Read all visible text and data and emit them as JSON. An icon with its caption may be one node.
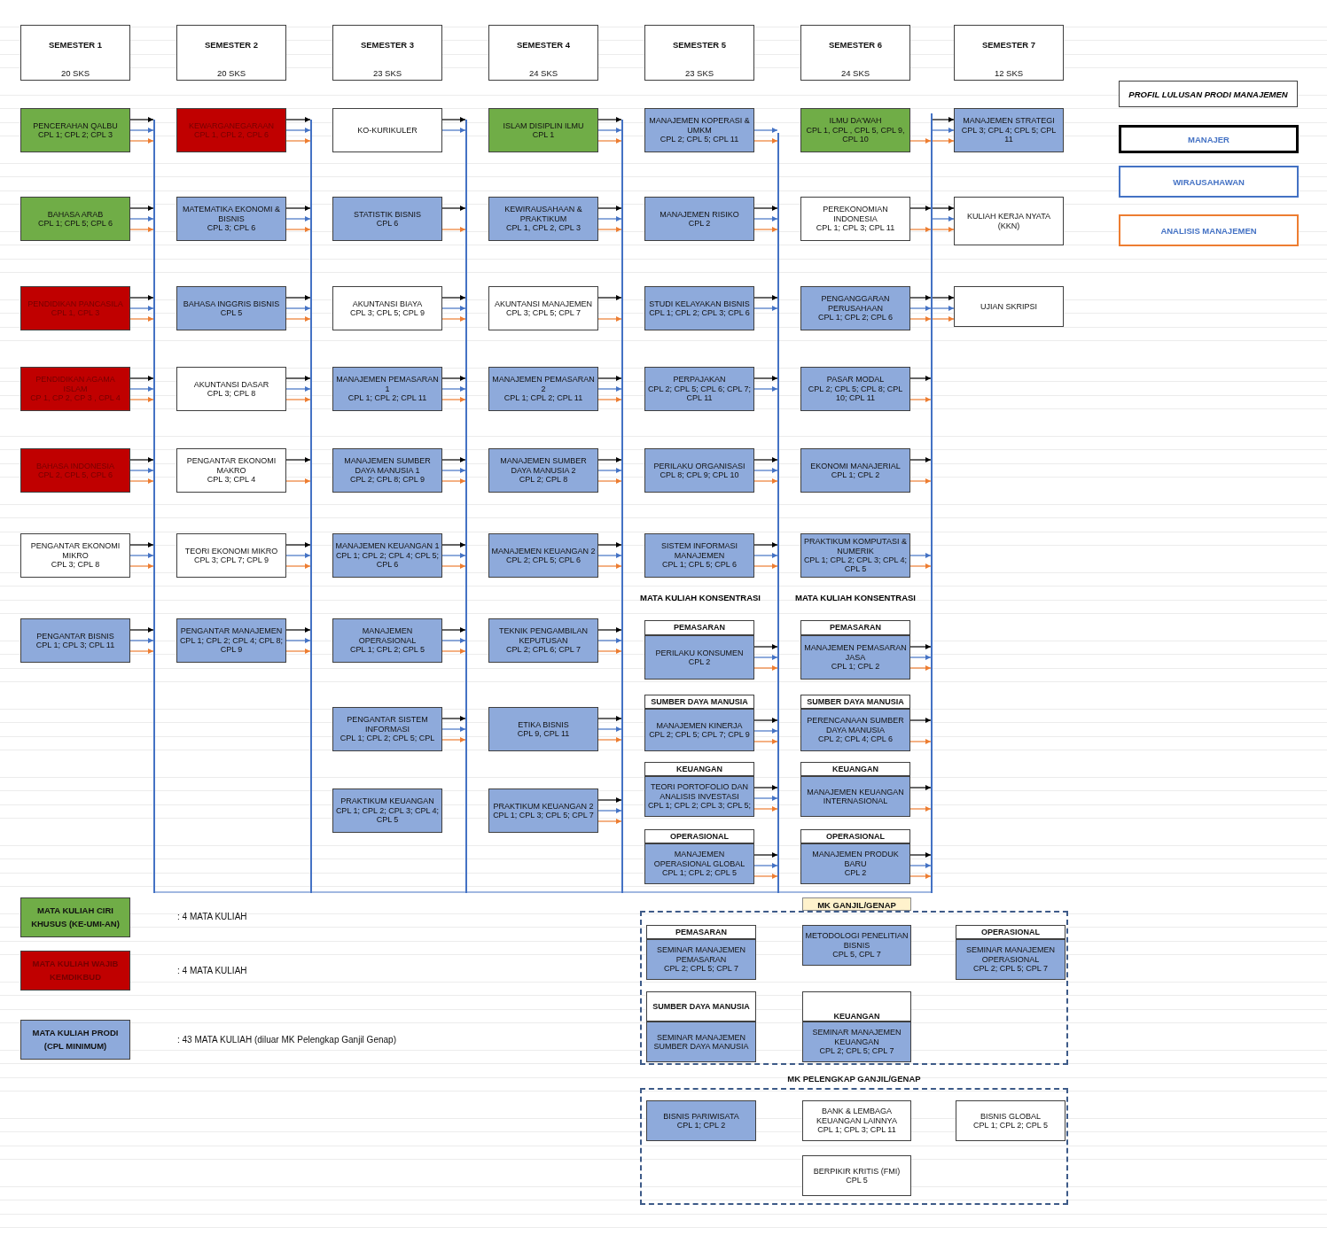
{
  "diagram": {
    "nodes": [
      {
        "text": [
          "SEMESTER 1",
          "20 SKS"
        ]
      },
      {
        "text": [
          "SEMESTER 2",
          "20 SKS"
        ]
      },
      {
        "text": [
          "SEMESTER 3",
          "23 SKS"
        ]
      },
      {
        "text": [
          "SEMESTER 4",
          "24 SKS"
        ]
      },
      {
        "text": [
          "SEMESTER 5",
          "23 SKS"
        ]
      },
      {
        "text": [
          "SEMESTER 6",
          "24 SKS"
        ]
      },
      {
        "text": [
          "SEMESTER 7",
          "12 SKS"
        ]
      },
      {
        "text": [
          "PENCERAHAN QALBU",
          "CPL 1; CPL 2; CPL 3"
        ]
      },
      {
        "text": [
          "BAHASA ARAB",
          "CPL 1; CPL 5; CPL 6"
        ]
      },
      {
        "text": [
          "PENDIDIKAN PANCASILA",
          "CPL 1, CPL 3"
        ]
      },
      {
        "text": [
          "PENDIDIKAN AGAMA ISLAM",
          "CP 1, CP 2, CP 3 , CPL 4"
        ]
      },
      {
        "text": [
          "BAHASA INDONESIA",
          "CPL 2, CPL 5, CPL 6"
        ]
      },
      {
        "text": [
          "PENGANTAR EKONOMI MIKRO",
          "CPL 3; CPL 8"
        ]
      },
      {
        "text": [
          "PENGANTAR BISNIS",
          "CPL 1; CPL 3; CPL 11"
        ]
      },
      {
        "text": [
          "KEWARGANEGARAAN",
          "CPL 1, CPL 2, CPL 6"
        ]
      },
      {
        "text": [
          "MATEMATIKA EKONOMI & BISNIS",
          "CPL 3; CPL 6"
        ]
      },
      {
        "text": [
          "BAHASA INGGRIS BISNIS",
          "CPL 5"
        ]
      },
      {
        "text": [
          "AKUNTANSI DASAR",
          "CPL 3; CPL 8"
        ]
      },
      {
        "text": [
          "PENGANTAR EKONOMI MAKRO",
          "CPL 3; CPL 4"
        ]
      },
      {
        "text": [
          "TEORI EKONOMI MIKRO",
          "CPL 3; CPL 7; CPL 9"
        ]
      },
      {
        "text": [
          "PENGANTAR MANAJEMEN",
          "CPL 1; CPL 2; CPL 4; CPL 8; CPL 9"
        ]
      },
      {
        "text": [
          "KO-KURIKULER"
        ]
      },
      {
        "text": [
          "STATISTIK BISNIS",
          "CPL 6"
        ]
      },
      {
        "text": [
          "AKUNTANSI BIAYA",
          "CPL 3; CPL 5; CPL 9"
        ]
      },
      {
        "text": [
          "MANAJEMEN PEMASARAN 1",
          "CPL 1; CPL 2; CPL 11"
        ]
      },
      {
        "text": [
          "MANAJEMEN SUMBER DAYA MANUSIA 1",
          "CPL 2; CPL 8; CPL 9"
        ]
      },
      {
        "text": [
          "MANAJEMEN KEUANGAN 1",
          "CPL 1; CPL 2; CPL 4; CPL 5; CPL 6"
        ]
      },
      {
        "text": [
          "MANAJEMEN OPERASIONAL",
          "CPL 1; CPL 2; CPL 5"
        ]
      },
      {
        "text": [
          "PENGANTAR SISTEM INFORMASI",
          "CPL 1; CPL 2; CPL 5; CPL"
        ]
      },
      {
        "text": [
          "PRAKTIKUM KEUANGAN",
          "CPL 1; CPL 2; CPL 3; CPL 4; CPL 5"
        ]
      },
      {
        "text": [
          "ISLAM DISIPLIN ILMU",
          "CPL 1"
        ]
      },
      {
        "text": [
          "KEWIRAUSAHAAN & PRAKTIKUM",
          "CPL 1, CPL 2, CPL 3"
        ]
      },
      {
        "text": [
          "AKUNTANSI MANAJEMEN",
          "CPL 3; CPL 5; CPL 7"
        ]
      },
      {
        "text": [
          "MANAJEMEN PEMASARAN 2",
          "CPL 1; CPL 2; CPL 11"
        ]
      },
      {
        "text": [
          "MANAJEMEN SUMBER DAYA MANUSIA 2",
          "CPL 2; CPL 8"
        ]
      },
      {
        "text": [
          "MANAJEMEN KEUANGAN 2",
          "CPL 2; CPL 5; CPL 6"
        ]
      },
      {
        "text": [
          "TEKNIK PENGAMBILAN KEPUTUSAN",
          "CPL 2; CPL 6; CPL 7"
        ]
      },
      {
        "text": [
          "ETIKA BISNIS",
          "CPL 9, CPL 11"
        ]
      },
      {
        "text": [
          "PRAKTIKUM KEUANGAN 2",
          "CPL 1; CPL 3; CPL 5; CPL 7"
        ]
      },
      {
        "text": [
          "MANAJEMEN KOPERASI & UMKM",
          "CPL 2; CPL 5; CPL 11"
        ]
      },
      {
        "text": [
          "MANAJEMEN RISIKO",
          "CPL 2"
        ]
      },
      {
        "text": [
          "STUDI KELAYAKAN BISNIS",
          "CPL 1; CPL 2; CPL 3; CPL 6"
        ]
      },
      {
        "text": [
          "PERPAJAKAN",
          "CPL 2; CPL 5; CPL 6; CPL 7; CPL 11"
        ]
      },
      {
        "text": [
          "PERILAKU ORGANISASI",
          "CPL 8; CPL 9; CPL 10"
        ]
      },
      {
        "text": [
          "SISTEM INFORMASI MANAJEMEN",
          "CPL 1; CPL 5; CPL 6"
        ]
      },
      {
        "text": [
          "PEMASARAN"
        ]
      },
      {
        "text": [
          "PERILAKU KONSUMEN",
          "CPL 2"
        ]
      },
      {
        "text": [
          "SUMBER DAYA MANUSIA"
        ]
      },
      {
        "text": [
          "MANAJEMEN KINERJA",
          "CPL 2; CPL 5; CPL 7; CPL 9"
        ]
      },
      {
        "text": [
          "KEUANGAN"
        ]
      },
      {
        "text": [
          "TEORI PORTOFOLIO DAN ANALISIS INVESTASI",
          "CPL 1; CPL 2; CPL 3; CPL 5;"
        ]
      },
      {
        "text": [
          "OPERASIONAL"
        ]
      },
      {
        "text": [
          "MANAJEMEN OPERASIONAL GLOBAL",
          "CPL 1; CPL 2; CPL 5"
        ]
      },
      {
        "text": [
          "ILMU DA'WAH",
          "CPL 1, CPL , CPL 5, CPL 9, CPL 10"
        ]
      },
      {
        "text": [
          "PEREKONOMIAN INDONESIA",
          "CPL 1; CPL 3; CPL 11"
        ]
      },
      {
        "text": [
          "PENGANGGARAN PERUSAHAAN",
          "CPL 1; CPL 2; CPL 6"
        ]
      },
      {
        "text": [
          "PASAR MODAL",
          "CPL 2; CPL 5; CPL 8; CPL 10; CPL 11"
        ]
      },
      {
        "text": [
          "EKONOMI MANAJERIAL",
          "CPL 1; CPL 2"
        ]
      },
      {
        "text": [
          "PRAKTIKUM KOMPUTASI & NUMERIK",
          "CPL 1; CPL 2; CPL 3; CPL 4; CPL 5"
        ]
      },
      {
        "text": [
          "PEMASARAN"
        ]
      },
      {
        "text": [
          "MANAJEMEN PEMASARAN JASA",
          "CPL 1; CPL 2"
        ]
      },
      {
        "text": [
          "SUMBER DAYA MANUSIA"
        ]
      },
      {
        "text": [
          "PERENCANAAN SUMBER DAYA MANUSIA",
          "CPL 2; CPL 4; CPL 6"
        ]
      },
      {
        "text": [
          "KEUANGAN"
        ]
      },
      {
        "text": [
          "MANAJEMEN KEUANGAN INTERNASIONAL"
        ]
      },
      {
        "text": [
          "OPERASIONAL"
        ]
      },
      {
        "text": [
          "MANAJEMEN PRODUK BARU",
          "CPL 2"
        ]
      },
      {
        "text": [
          "MANAJEMEN STRATEGI",
          "CPL 3; CPL 4; CPL 5; CPL 11"
        ]
      },
      {
        "text": [
          "KULIAH KERJA NYATA (KKN)"
        ]
      },
      {
        "text": [
          "UJIAN SKRIPSI"
        ]
      },
      {
        "text": [],
        "shape": "bar"
      },
      {
        "text": [],
        "shape": "bar"
      },
      {
        "text": [],
        "shape": "bar"
      },
      {
        "text": [],
        "shape": "bar"
      },
      {
        "text": [],
        "shape": "bar"
      },
      {
        "text": [],
        "shape": "bar"
      },
      {
        "text": [
          "MK GANJIL/GENAP"
        ]
      },
      {
        "text": [
          "PEMASARAN"
        ],
        "in": 76
      },
      {
        "text": [
          "SEMINAR MANAJEMEN PEMASARAN",
          "CPL 2; CPL 5; CPL 7"
        ],
        "in": 76
      },
      {
        "text": [
          "METODOLOGI PENELITIAN BISNIS",
          "CPL 5, CPL 7"
        ],
        "in": 76
      },
      {
        "text": [
          "OPERASIONAL"
        ],
        "in": 76
      },
      {
        "text": [
          "SEMINAR MANAJEMEN OPERASIONAL",
          "CPL 2; CPL 5; CPL 7"
        ],
        "in": 76
      },
      {
        "text": [
          "SUMBER DAYA MANUSIA"
        ],
        "in": 76
      },
      {
        "text": [
          "SEMINAR MANAJEMEN SUMBER DAYA MANUSIA"
        ],
        "in": 76
      },
      {
        "text": [
          "KEUANGAN"
        ],
        "in": 76
      },
      {
        "text": [
          "SEMINAR MANAJEMEN KEUANGAN",
          "CPL 2; CPL 5; CPL 7"
        ],
        "in": 76
      },
      {
        "text": [
          "MK PELENGKAP GANJIL/GENAP"
        ]
      },
      {
        "text": [
          "BISNIS PARIWISATA",
          "CPL 1; CPL 2"
        ],
        "in": 86
      },
      {
        "text": [
          "BANK & LEMBAGA KEUANGAN LAINNYA",
          "CPL 1; CPL 3; CPL 11"
        ],
        "in": 86
      },
      {
        "text": [
          "BISNIS GLOBAL",
          "CPL 1; CPL 2; CPL 5"
        ],
        "in": 86
      },
      {
        "text": [
          "BERPIKIR KRITIS (FMI)",
          "CPL 5"
        ],
        "in": 86
      }
    ],
    "edges": [
      {
        "from": 7,
        "to": 70,
        "arrow": "to"
      },
      {
        "from": 7,
        "to": 70,
        "arrow": "to",
        "color": "#4472c4"
      },
      {
        "from": 7,
        "to": 70,
        "arrow": "to",
        "color": "#ed7d31"
      },
      {
        "from": 8,
        "to": 70,
        "arrow": "to"
      },
      {
        "from": 8,
        "to": 70,
        "arrow": "to",
        "color": "#4472c4"
      },
      {
        "from": 8,
        "to": 70,
        "arrow": "to",
        "color": "#ed7d31"
      },
      {
        "from": 9,
        "to": 70,
        "arrow": "to"
      },
      {
        "from": 9,
        "to": 70,
        "arrow": "to",
        "color": "#4472c4"
      },
      {
        "from": 9,
        "to": 70,
        "arrow": "to",
        "color": "#ed7d31"
      },
      {
        "from": 10,
        "to": 70,
        "arrow": "to"
      },
      {
        "from": 10,
        "to": 70,
        "arrow": "to",
        "color": "#4472c4"
      },
      {
        "from": 10,
        "to": 70,
        "arrow": "to",
        "color": "#ed7d31"
      },
      {
        "from": 11,
        "to": 70,
        "arrow": "to"
      },
      {
        "from": 11,
        "to": 70,
        "arrow": "to",
        "color": "#4472c4"
      },
      {
        "from": 11,
        "to": 70,
        "arrow": "to",
        "color": "#ed7d31"
      },
      {
        "from": 12,
        "to": 70,
        "arrow": "to"
      },
      {
        "from": 12,
        "to": 70,
        "arrow": "to",
        "color": "#4472c4"
      },
      {
        "from": 12,
        "to": 70,
        "arrow": "to",
        "color": "#ed7d31"
      },
      {
        "from": 13,
        "to": 70,
        "arrow": "to"
      },
      {
        "from": 13,
        "to": 70,
        "arrow": "to",
        "color": "#4472c4"
      },
      {
        "from": 13,
        "to": 70,
        "arrow": "to",
        "color": "#ed7d31"
      },
      {
        "from": 14,
        "to": 71,
        "arrow": "to"
      },
      {
        "from": 14,
        "to": 71,
        "arrow": "to",
        "color": "#4472c4"
      },
      {
        "from": 14,
        "to": 71,
        "arrow": "to",
        "color": "#ed7d31"
      },
      {
        "from": 15,
        "to": 71,
        "arrow": "to"
      },
      {
        "from": 15,
        "to": 71,
        "arrow": "to",
        "color": "#4472c4"
      },
      {
        "from": 15,
        "to": 71,
        "arrow": "to",
        "color": "#ed7d31"
      },
      {
        "from": 16,
        "to": 71,
        "arrow": "to"
      },
      {
        "from": 16,
        "to": 71,
        "arrow": "to",
        "color": "#4472c4"
      },
      {
        "from": 16,
        "to": 71,
        "arrow": "to",
        "color": "#ed7d31"
      },
      {
        "from": 17,
        "to": 71,
        "arrow": "to"
      },
      {
        "from": 17,
        "to": 71,
        "arrow": "to",
        "color": "#4472c4"
      },
      {
        "from": 17,
        "to": 71,
        "arrow": "to",
        "color": "#ed7d31"
      },
      {
        "from": 18,
        "to": 71,
        "arrow": "to"
      },
      {
        "from": 18,
        "to": 71,
        "arrow": "to",
        "color": "#ed7d31"
      },
      {
        "from": 19,
        "to": 71,
        "arrow": "to"
      },
      {
        "from": 19,
        "to": 71,
        "arrow": "to",
        "color": "#4472c4"
      },
      {
        "from": 19,
        "to": 71,
        "arrow": "to",
        "color": "#ed7d31"
      },
      {
        "from": 20,
        "to": 71,
        "arrow": "to"
      },
      {
        "from": 20,
        "to": 71,
        "arrow": "to",
        "color": "#4472c4"
      },
      {
        "from": 20,
        "to": 71,
        "arrow": "to",
        "color": "#ed7d31"
      },
      {
        "from": 21,
        "to": 72,
        "arrow": "to"
      },
      {
        "from": 21,
        "to": 72,
        "arrow": "to",
        "color": "#4472c4"
      },
      {
        "from": 22,
        "to": 72,
        "arrow": "to"
      },
      {
        "from": 22,
        "to": 72,
        "arrow": "to",
        "color": "#ed7d31"
      },
      {
        "from": 23,
        "to": 72,
        "arrow": "to"
      },
      {
        "from": 23,
        "to": 72,
        "arrow": "to",
        "color": "#4472c4"
      },
      {
        "from": 23,
        "to": 72,
        "arrow": "to",
        "color": "#ed7d31"
      },
      {
        "from": 24,
        "to": 72,
        "arrow": "to"
      },
      {
        "from": 24,
        "to": 72,
        "arrow": "to",
        "color": "#4472c4"
      },
      {
        "from": 24,
        "to": 72,
        "arrow": "to",
        "color": "#ed7d31"
      },
      {
        "from": 25,
        "to": 72,
        "arrow": "to"
      },
      {
        "from": 25,
        "to": 72,
        "arrow": "to",
        "color": "#4472c4"
      },
      {
        "from": 25,
        "to": 72,
        "arrow": "to",
        "color": "#ed7d31"
      },
      {
        "from": 26,
        "to": 72,
        "arrow": "to"
      },
      {
        "from": 26,
        "to": 72,
        "arrow": "to",
        "color": "#4472c4"
      },
      {
        "from": 26,
        "to": 72,
        "arrow": "to",
        "color": "#ed7d31"
      },
      {
        "from": 27,
        "to": 72,
        "arrow": "to"
      },
      {
        "from": 27,
        "to": 72,
        "arrow": "to",
        "color": "#4472c4"
      },
      {
        "from": 27,
        "to": 72,
        "arrow": "to",
        "color": "#ed7d31"
      },
      {
        "from": 28,
        "to": 72,
        "arrow": "to"
      },
      {
        "from": 28,
        "to": 72,
        "arrow": "to",
        "color": "#4472c4"
      },
      {
        "from": 28,
        "to": 72,
        "arrow": "to",
        "color": "#ed7d31"
      },
      {
        "from": 30,
        "to": 73,
        "arrow": "to"
      },
      {
        "from": 30,
        "to": 73,
        "arrow": "to",
        "color": "#4472c4"
      },
      {
        "from": 30,
        "to": 73,
        "arrow": "to",
        "color": "#ed7d31"
      },
      {
        "from": 31,
        "to": 73,
        "arrow": "to"
      },
      {
        "from": 31,
        "to": 73,
        "arrow": "to",
        "color": "#4472c4"
      },
      {
        "from": 31,
        "to": 73,
        "arrow": "to",
        "color": "#ed7d31"
      },
      {
        "from": 32,
        "to": 73,
        "arrow": "to"
      },
      {
        "from": 32,
        "to": 73,
        "arrow": "to",
        "color": "#ed7d31"
      },
      {
        "from": 33,
        "to": 73,
        "arrow": "to"
      },
      {
        "from": 33,
        "to": 73,
        "arrow": "to",
        "color": "#4472c4"
      },
      {
        "from": 33,
        "to": 73,
        "arrow": "to",
        "color": "#ed7d31"
      },
      {
        "from": 34,
        "to": 73,
        "arrow": "to"
      },
      {
        "from": 34,
        "to": 73,
        "arrow": "to",
        "color": "#4472c4"
      },
      {
        "from": 34,
        "to": 73,
        "arrow": "to",
        "color": "#ed7d31"
      },
      {
        "from": 35,
        "to": 73,
        "arrow": "to"
      },
      {
        "from": 35,
        "to": 73,
        "arrow": "to",
        "color": "#4472c4"
      },
      {
        "from": 35,
        "to": 73,
        "arrow": "to",
        "color": "#ed7d31"
      },
      {
        "from": 36,
        "to": 73,
        "arrow": "to"
      },
      {
        "from": 36,
        "to": 73,
        "arrow": "to",
        "color": "#4472c4"
      },
      {
        "from": 36,
        "to": 73,
        "arrow": "to",
        "color": "#ed7d31"
      },
      {
        "from": 37,
        "to": 73,
        "arrow": "to"
      },
      {
        "from": 37,
        "to": 73,
        "arrow": "to",
        "color": "#4472c4"
      },
      {
        "from": 37,
        "to": 73,
        "arrow": "to",
        "color": "#ed7d31"
      },
      {
        "from": 38,
        "to": 73,
        "arrow": "to"
      },
      {
        "from": 38,
        "to": 73,
        "arrow": "to",
        "color": "#4472c4"
      },
      {
        "from": 38,
        "to": 73,
        "arrow": "to",
        "color": "#ed7d31"
      },
      {
        "from": 39,
        "to": 74,
        "arrow": "to",
        "color": "#4472c4"
      },
      {
        "from": 39,
        "to": 74,
        "arrow": "to",
        "color": "#ed7d31"
      },
      {
        "from": 40,
        "to": 74,
        "arrow": "to"
      },
      {
        "from": 40,
        "to": 74,
        "arrow": "to",
        "color": "#4472c4"
      },
      {
        "from": 40,
        "to": 74,
        "arrow": "to",
        "color": "#ed7d31"
      },
      {
        "from": 41,
        "to": 74,
        "arrow": "to"
      },
      {
        "from": 41,
        "to": 74,
        "arrow": "to",
        "color": "#4472c4"
      },
      {
        "from": 42,
        "to": 74,
        "arrow": "to"
      },
      {
        "from": 42,
        "to": 74,
        "arrow": "to",
        "color": "#4472c4"
      },
      {
        "from": 43,
        "to": 74,
        "arrow": "to"
      },
      {
        "from": 43,
        "to": 74,
        "arrow": "to",
        "color": "#4472c4"
      },
      {
        "from": 43,
        "to": 74,
        "arrow": "to",
        "color": "#ed7d31"
      },
      {
        "from": 44,
        "to": 74,
        "arrow": "to"
      },
      {
        "from": 44,
        "to": 74,
        "arrow": "to",
        "color": "#4472c4"
      },
      {
        "from": 44,
        "to": 74,
        "arrow": "to",
        "color": "#ed7d31"
      },
      {
        "from": 46,
        "to": 74,
        "arrow": "to"
      },
      {
        "from": 46,
        "to": 74,
        "arrow": "to",
        "color": "#4472c4"
      },
      {
        "from": 46,
        "to": 74,
        "arrow": "to",
        "color": "#ed7d31"
      },
      {
        "from": 48,
        "to": 74,
        "arrow": "to"
      },
      {
        "from": 48,
        "to": 74,
        "arrow": "to",
        "color": "#4472c4"
      },
      {
        "from": 48,
        "to": 74,
        "arrow": "to",
        "color": "#ed7d31"
      },
      {
        "from": 50,
        "to": 74,
        "arrow": "to"
      },
      {
        "from": 50,
        "to": 74,
        "arrow": "to",
        "color": "#4472c4"
      },
      {
        "from": 50,
        "to": 74,
        "arrow": "to",
        "color": "#ed7d31"
      },
      {
        "from": 52,
        "to": 74,
        "arrow": "to"
      },
      {
        "from": 52,
        "to": 74,
        "arrow": "to",
        "color": "#4472c4"
      },
      {
        "from": 52,
        "to": 74,
        "arrow": "to",
        "color": "#ed7d31"
      },
      {
        "from": 53,
        "to": 75,
        "arrow": "to",
        "color": "#ed7d31"
      },
      {
        "from": 54,
        "to": 75,
        "arrow": "to"
      },
      {
        "from": 54,
        "to": 75,
        "arrow": "to",
        "color": "#ed7d31"
      },
      {
        "from": 55,
        "to": 75,
        "arrow": "to"
      },
      {
        "from": 55,
        "to": 75,
        "arrow": "to",
        "color": "#4472c4"
      },
      {
        "from": 55,
        "to": 75,
        "arrow": "to",
        "color": "#ed7d31"
      },
      {
        "from": 56,
        "to": 75,
        "arrow": "to"
      },
      {
        "from": 56,
        "to": 75,
        "arrow": "to",
        "color": "#ed7d31"
      },
      {
        "from": 57,
        "to": 75,
        "arrow": "to"
      },
      {
        "from": 57,
        "to": 75,
        "arrow": "to",
        "color": "#ed7d31"
      },
      {
        "from": 58,
        "to": 75,
        "arrow": "to",
        "color": "#4472c4"
      },
      {
        "from": 58,
        "to": 75,
        "arrow": "to",
        "color": "#ed7d31"
      },
      {
        "from": 60,
        "to": 75,
        "arrow": "to"
      },
      {
        "from": 60,
        "to": 75,
        "arrow": "to",
        "color": "#4472c4"
      },
      {
        "from": 60,
        "to": 75,
        "arrow": "to",
        "color": "#ed7d31"
      },
      {
        "from": 62,
        "to": 75,
        "arrow": "to"
      },
      {
        "from": 62,
        "to": 75,
        "arrow": "to",
        "color": "#ed7d31"
      },
      {
        "from": 64,
        "to": 75,
        "arrow": "to"
      },
      {
        "from": 64,
        "to": 75,
        "arrow": "to",
        "color": "#ed7d31"
      },
      {
        "from": 66,
        "to": 75,
        "arrow": "to"
      },
      {
        "from": 66,
        "to": 75,
        "arrow": "to",
        "color": "#4472c4"
      },
      {
        "from": 66,
        "to": 75,
        "arrow": "to",
        "color": "#ed7d31"
      },
      {
        "from": 75,
        "to": 67,
        "arrow": "to"
      },
      {
        "from": 75,
        "to": 67,
        "arrow": "to",
        "color": "#4472c4"
      },
      {
        "from": 75,
        "to": 67,
        "arrow": "to",
        "color": "#ed7d31"
      },
      {
        "from": 75,
        "to": 68,
        "arrow": "to"
      },
      {
        "from": 75,
        "to": 68,
        "arrow": "to",
        "color": "#4472c4"
      },
      {
        "from": 75,
        "to": 68,
        "arrow": "to",
        "color": "#ed7d31"
      },
      {
        "from": 75,
        "to": 69,
        "arrow": "to"
      },
      {
        "from": 75,
        "to": 69,
        "arrow": "to",
        "color": "#4472c4"
      },
      {
        "from": 75,
        "to": 69,
        "arrow": "to",
        "color": "#ed7d31"
      },
      {
        "from": 70,
        "to": 71,
        "arrow": "none",
        "color": "#4472c4"
      },
      {
        "from": 71,
        "to": 72,
        "arrow": "none",
        "color": "#4472c4"
      },
      {
        "from": 72,
        "to": 73,
        "arrow": "none",
        "color": "#4472c4"
      },
      {
        "from": 73,
        "to": 74,
        "arrow": "none",
        "color": "#4472c4"
      },
      {
        "from": 74,
        "to": 75,
        "arrow": "none",
        "color": "#4472c4"
      }
    ],
    "labels": [
      "PROFIL LULUSAN PRODI MANAJEMEN",
      "MATA KULIAH KONSENTRASI",
      "MATA KULIAH KONSENTRASI",
      ": 4 MATA KULIAH",
      ": 4 MATA KULIAH",
      ": 43 MATA KULIAH (diluar MK Pelengkap Ganjil Genap)"
    ],
    "legend": [
      {
        "text": "MANAJER",
        "color": "#000000"
      },
      {
        "text": "WIRAUSAHAWAN",
        "color": "#4472c4"
      },
      {
        "text": "ANALISIS MANAJEMEN",
        "color": "#ed7d31"
      },
      {
        "text": "MATA KULIAH CIRI KHUSUS (KE-UMI-AN)",
        "color": "#70ad47"
      },
      {
        "text": "MATA KULIAH WAJIB KEMDIKBUD",
        "color": "#c00000"
      },
      {
        "text": "MATA KULIAH PRODI (CPL MINIMUM)",
        "color": "#8eaadb"
      }
    ]
  }
}
